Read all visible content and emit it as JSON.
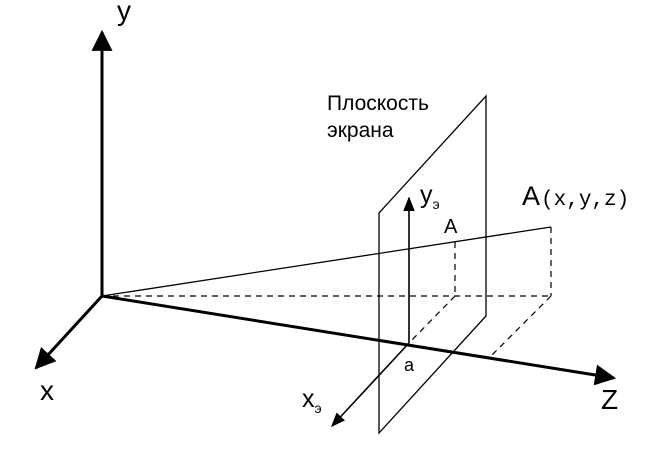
{
  "labels": {
    "axis_y": "y",
    "axis_x": "x",
    "axis_z": "Z",
    "screen_line1": "Плоскость",
    "screen_line2": "экрана",
    "screen_y_base": "y",
    "screen_y_sub": "э",
    "screen_x_base": "x",
    "screen_x_sub": "э",
    "point_A_name": "A",
    "point_A_coords": "(x,y,z)",
    "projection_A": "A",
    "projection_a": "a"
  },
  "colors": {
    "ink": "#000000",
    "background": "#ffffff"
  }
}
